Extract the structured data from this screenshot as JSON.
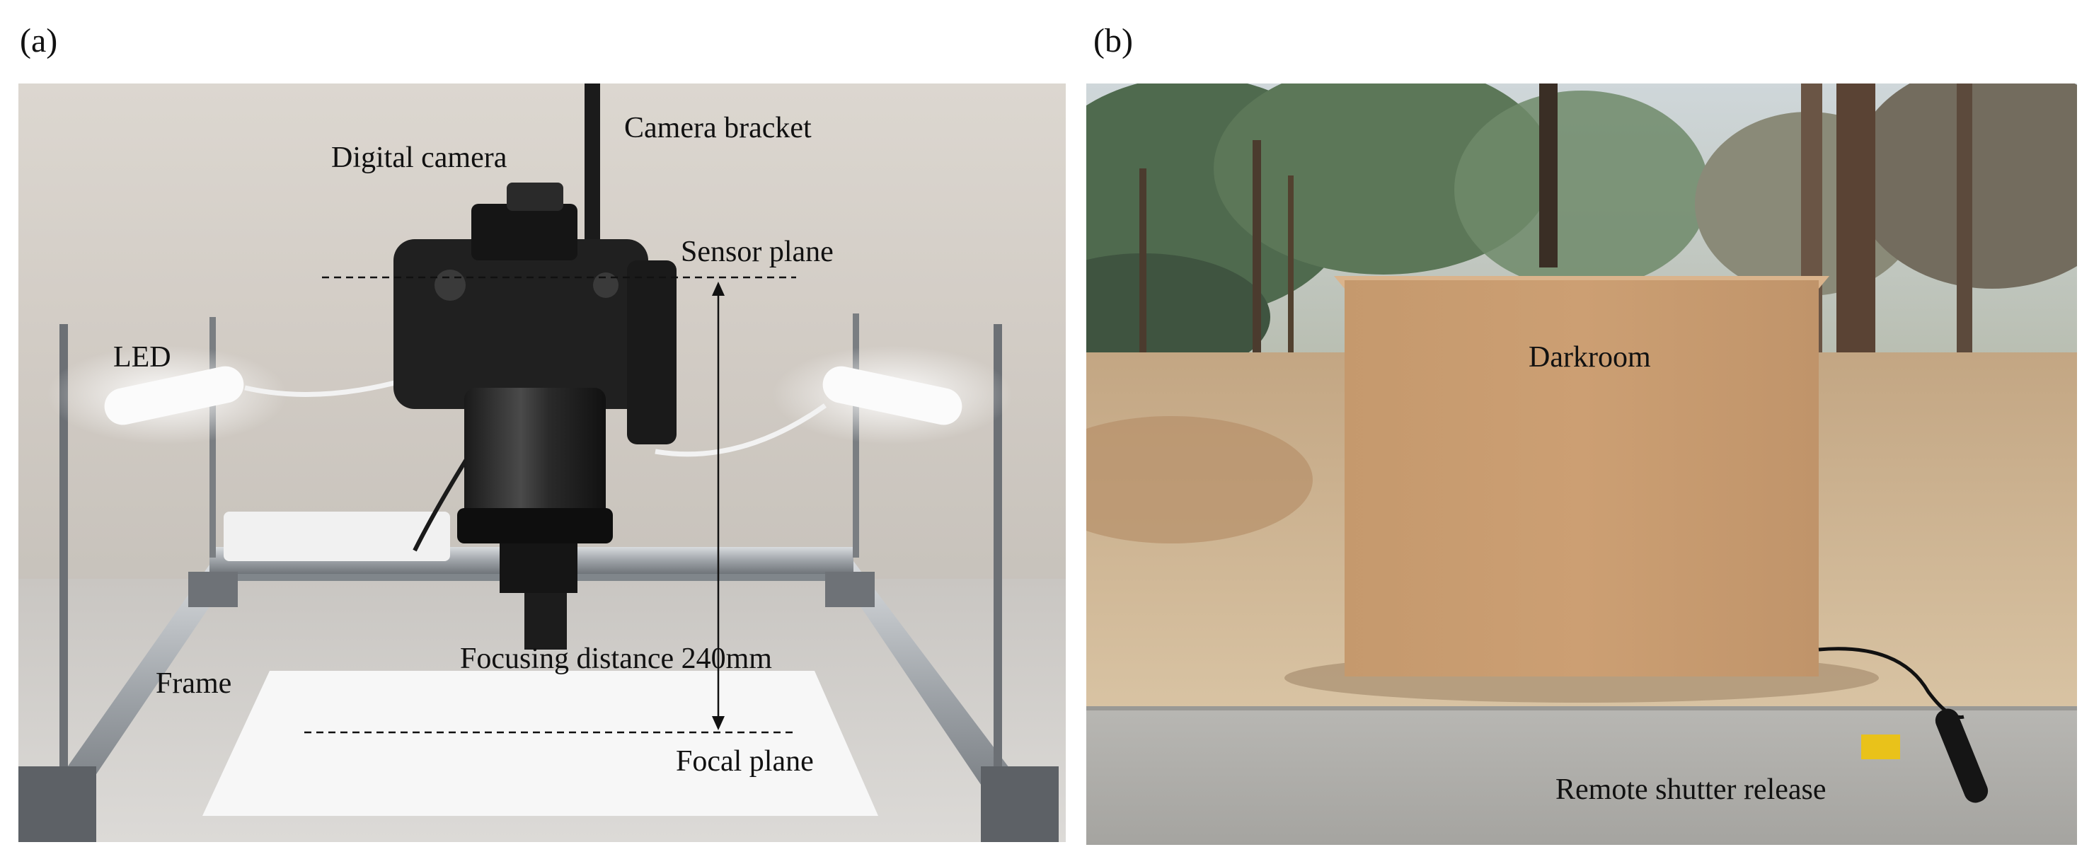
{
  "panels": {
    "a": {
      "letter": "(a)",
      "labels": {
        "digital_camera": "Digital camera",
        "camera_bracket": "Camera bracket",
        "sensor_plane": "Sensor plane",
        "led": "LED",
        "frame": "Frame",
        "focusing_distance": "Focusing distance 240mm",
        "focal_plane": "Focal plane"
      }
    },
    "b": {
      "letter": "(b)",
      "labels": {
        "darkroom": "Darkroom",
        "remote_shutter": "Remote shutter release"
      }
    }
  }
}
